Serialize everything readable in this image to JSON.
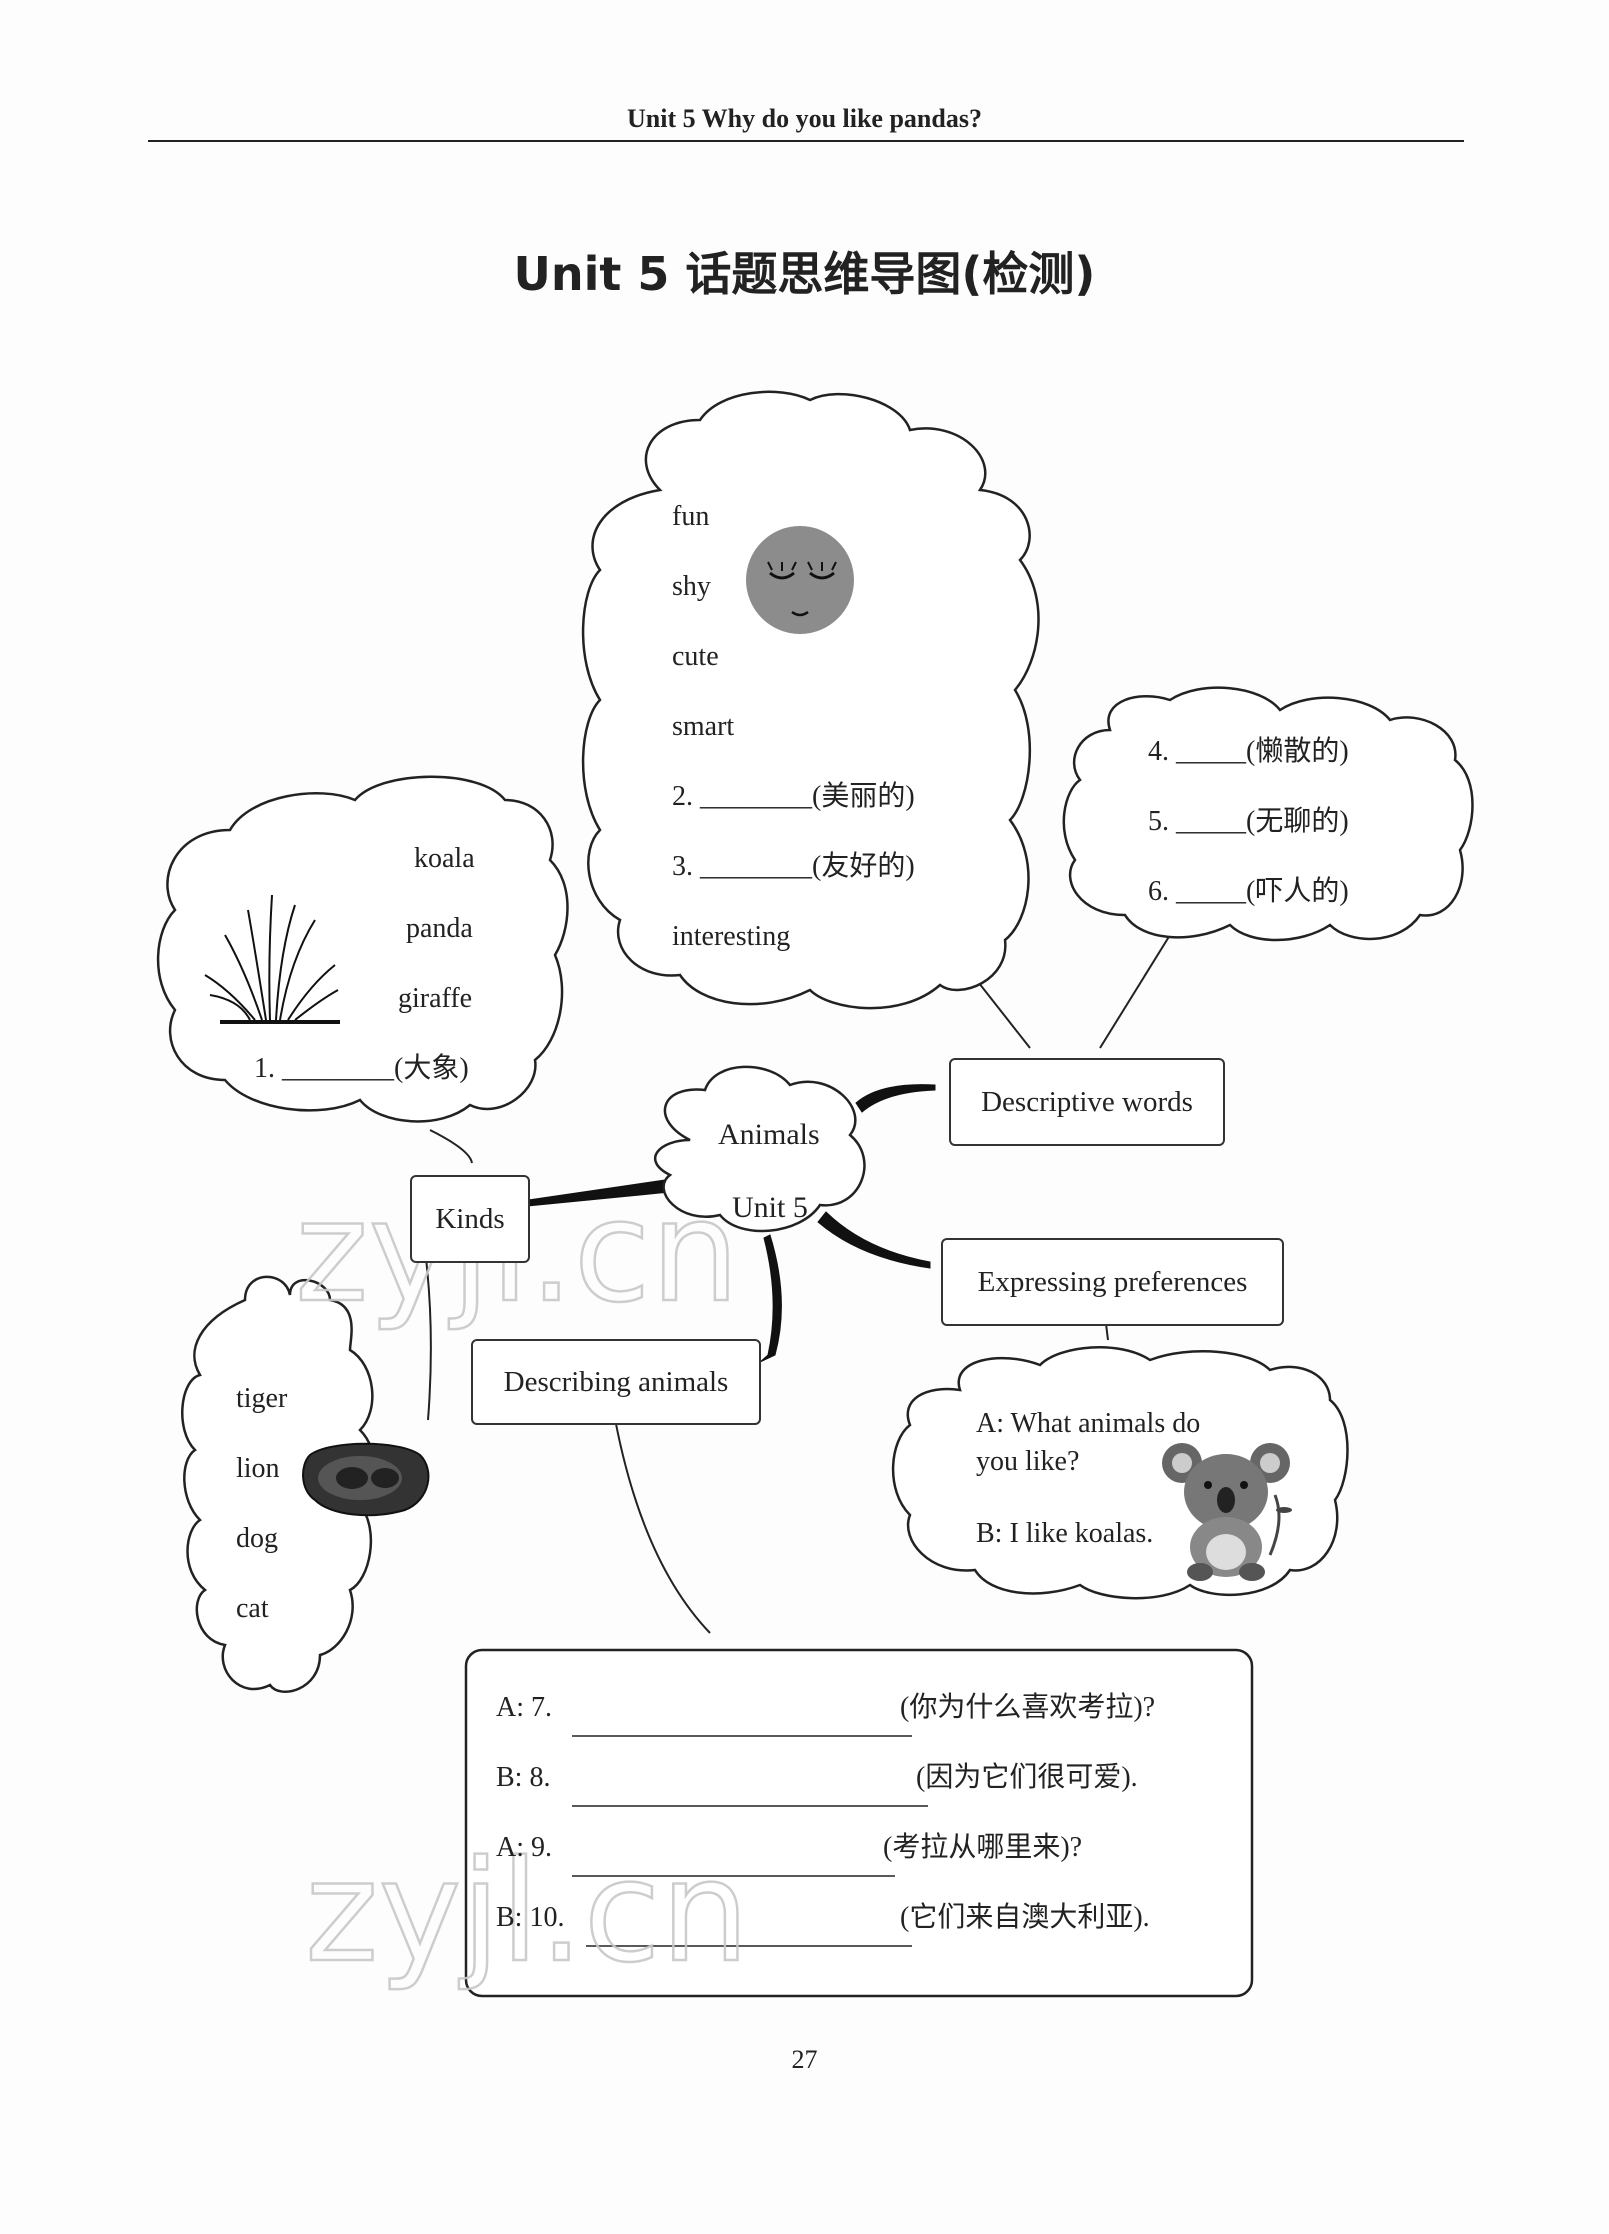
{
  "header": "Unit 5    Why do you like pandas?",
  "title": "Unit 5    话题思维导图(检测)",
  "center": {
    "line1": "Animals",
    "line2": "Unit 5"
  },
  "nodes": {
    "kinds": "Kinds",
    "descriptive_words": "Descriptive words",
    "expressing_preferences": "Expressing preferences",
    "describing_animals": "Describing animals"
  },
  "kinds_cloud": [
    "koala",
    "panda",
    "giraffe",
    "1. ________(大象)"
  ],
  "meat_cloud": [
    "tiger",
    "lion",
    "dog",
    "cat"
  ],
  "adjectives_cloud": [
    "fun",
    "shy",
    "cute",
    "smart",
    "2. ________(美丽的)",
    "3. ________(友好的)",
    "interesting"
  ],
  "negative_cloud": [
    "4. _____(懒散的)",
    "5. _____(无聊的)",
    "6. _____(吓人的)"
  ],
  "preferences_cloud": {
    "line1": "A: What animals do",
    "line2": "you like?",
    "line3": "B: I like koalas."
  },
  "dialogue": [
    {
      "prefix": "A: 7.",
      "hint": "(你为什么喜欢考拉)?"
    },
    {
      "prefix": "B: 8.",
      "hint": "(因为它们很可爱)."
    },
    {
      "prefix": "A: 9.",
      "hint": "(考拉从哪里来)?"
    },
    {
      "prefix": "B: 10.",
      "hint": "(它们来自澳大利亚)."
    }
  ],
  "page_number": "27",
  "watermark": "zyjl.cn",
  "icons": [
    "grass-icon",
    "meat-icon",
    "sleepy-face-icon",
    "koala-icon"
  ]
}
